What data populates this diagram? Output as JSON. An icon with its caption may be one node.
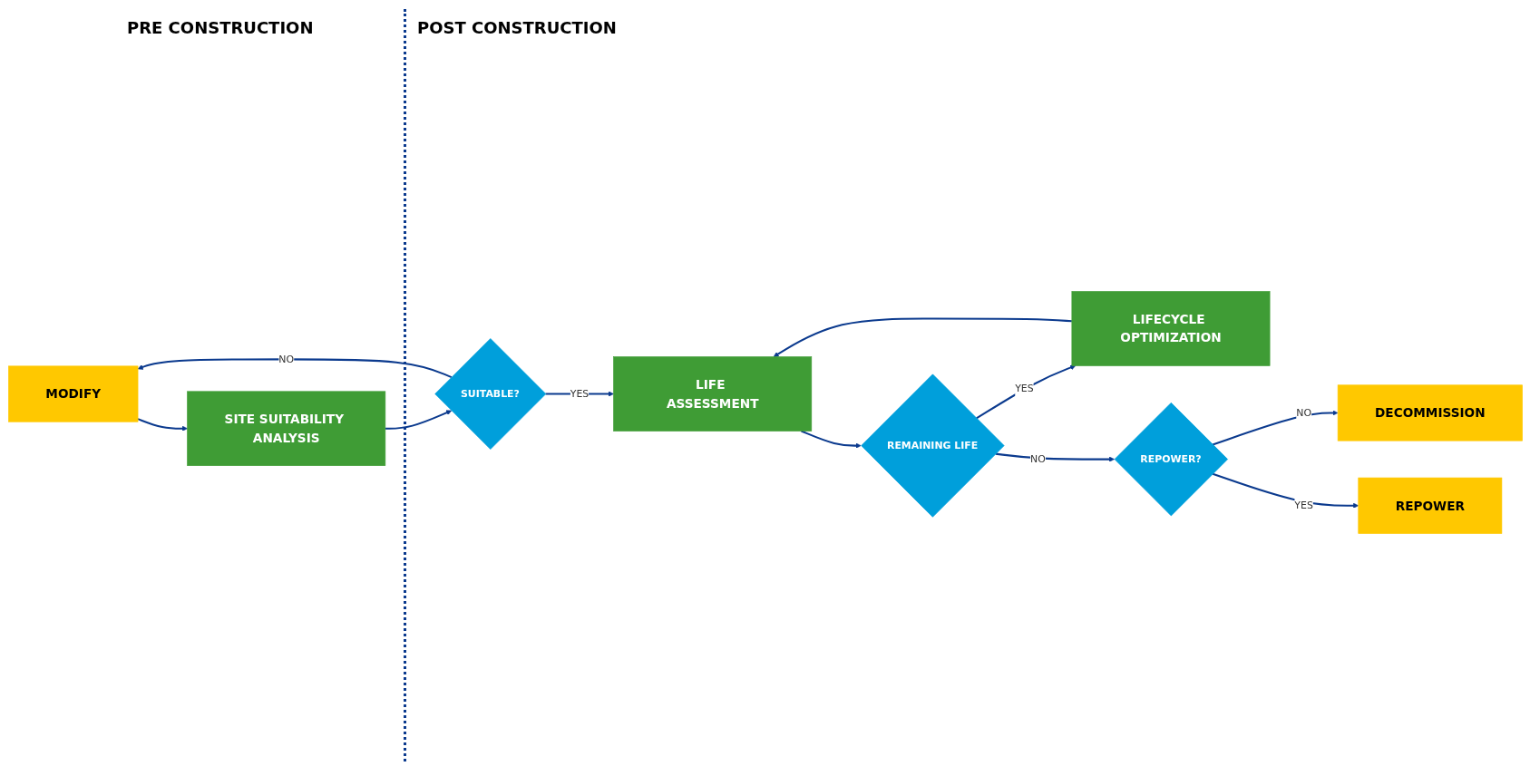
{
  "diagram": {
    "nodes": [
      {
        "text": [
          "MODIFY"
        ]
      },
      {
        "text": [
          "SITE SUITABILITY ANALYSIS"
        ]
      },
      {
        "text": [
          "SUITABLE?"
        ]
      },
      {
        "text": [
          "LIFE ASSESSMENT"
        ]
      },
      {
        "text": [
          "REMAINING LIFE"
        ]
      },
      {
        "text": [
          "LIFECYCLE OPTIMIZATION"
        ]
      },
      {
        "text": [
          "REPOWER?"
        ]
      },
      {
        "text": [
          "DECOMMISSION"
        ]
      },
      {
        "text": [
          "REPOWER"
        ]
      }
    ],
    "edges": [
      {
        "from": 0,
        "to": 1,
        "arrow": "to"
      },
      {
        "from": 1,
        "to": 2,
        "arrow": "to"
      },
      {
        "from": 2,
        "to": 0,
        "arrow": "to",
        "label": "NO"
      },
      {
        "from": 2,
        "to": 3,
        "arrow": "to",
        "label": "YES"
      },
      {
        "from": 3,
        "to": 4,
        "arrow": "to"
      },
      {
        "from": 4,
        "to": 5,
        "arrow": "to",
        "label": "YES"
      },
      {
        "from": 5,
        "to": 3,
        "arrow": "to"
      },
      {
        "from": 4,
        "to": 6,
        "arrow": "to",
        "label": "NO"
      },
      {
        "from": 6,
        "to": 7,
        "arrow": "to",
        "label": "NO"
      },
      {
        "from": 6,
        "to": 8,
        "arrow": "to",
        "label": "YES"
      }
    ],
    "labels": [
      "PRE CONSTRUCTION",
      "POST CONSTRUCTION"
    ]
  }
}
